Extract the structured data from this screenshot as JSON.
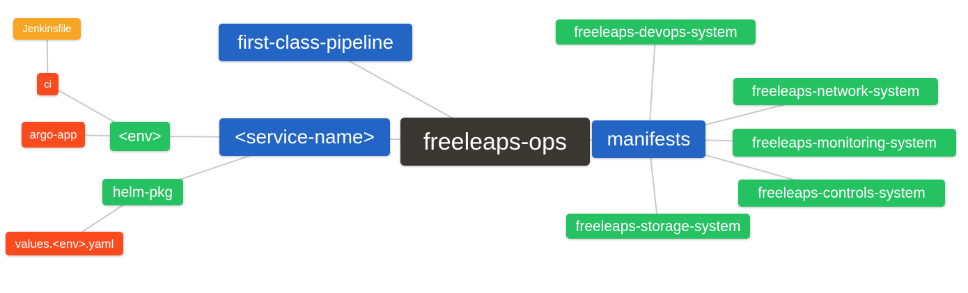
{
  "diagram_type": "mind-map",
  "palette": {
    "blue": "#2265c4",
    "green": "#25c262",
    "orange": "#f6a623",
    "red_orange": "#fa4b1e",
    "dark": "#3a3632",
    "connector": "#c9c9c9",
    "background": "#ffffff",
    "text": "#ffffff"
  },
  "nodes": {
    "freeleaps_ops": {
      "label": "freeleaps-ops",
      "color": "#3a3632"
    },
    "first_class_pipeline": {
      "label": "first-class-pipeline",
      "color": "#2265c4"
    },
    "service_name": {
      "label": "<service-name>",
      "color": "#2265c4"
    },
    "manifests": {
      "label": "manifests",
      "color": "#2265c4"
    },
    "env": {
      "label": "<env>",
      "color": "#25c262"
    },
    "helm_pkg": {
      "label": "helm-pkg",
      "color": "#25c262"
    },
    "ci": {
      "label": "ci",
      "color": "#fa4b1e"
    },
    "argo_app": {
      "label": "argo-app",
      "color": "#fa4b1e"
    },
    "jenkinsfile": {
      "label": "Jenkinsfile",
      "color": "#f6a623"
    },
    "values_env_yaml": {
      "label": "values.<env>.yaml",
      "color": "#fa4b1e"
    },
    "freeleaps_devops_system": {
      "label": "freeleaps-devops-system",
      "color": "#25c262"
    },
    "freeleaps_network_system": {
      "label": "freeleaps-network-system",
      "color": "#25c262"
    },
    "freeleaps_monitoring_system": {
      "label": "freeleaps-monitoring-system",
      "color": "#25c262"
    },
    "freeleaps_controls_system": {
      "label": "freeleaps-controls-system",
      "color": "#25c262"
    },
    "freeleaps_storage_system": {
      "label": "freeleaps-storage-system",
      "color": "#25c262"
    }
  },
  "edges": [
    {
      "from": "freeleaps_ops",
      "to": "first_class_pipeline"
    },
    {
      "from": "freeleaps_ops",
      "to": "service_name"
    },
    {
      "from": "freeleaps_ops",
      "to": "manifests"
    },
    {
      "from": "service_name",
      "to": "env"
    },
    {
      "from": "service_name",
      "to": "helm_pkg"
    },
    {
      "from": "env",
      "to": "ci"
    },
    {
      "from": "env",
      "to": "argo_app"
    },
    {
      "from": "ci",
      "to": "jenkinsfile"
    },
    {
      "from": "helm_pkg",
      "to": "values_env_yaml"
    },
    {
      "from": "manifests",
      "to": "freeleaps_devops_system"
    },
    {
      "from": "manifests",
      "to": "freeleaps_network_system"
    },
    {
      "from": "manifests",
      "to": "freeleaps_monitoring_system"
    },
    {
      "from": "manifests",
      "to": "freeleaps_controls_system"
    },
    {
      "from": "manifests",
      "to": "freeleaps_storage_system"
    }
  ]
}
